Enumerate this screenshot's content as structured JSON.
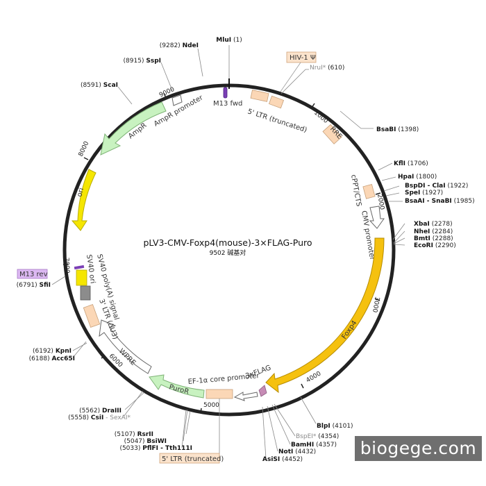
{
  "map": {
    "title": "pLV3-CMV-Foxp4(mouse)-3×FLAG-Puro",
    "subtitle": "9502 碱基对",
    "ticks": [
      "1000",
      "2000",
      "3000",
      "4000",
      "5000",
      "6000",
      "7000",
      "8000",
      "9000"
    ]
  },
  "sites": {
    "MluI": {
      "name": "MluI",
      "pos": "(1)"
    },
    "NruI": {
      "name": "NruI*",
      "pos": "(610)"
    },
    "BsaBI": {
      "name": "BsaBI",
      "pos": "(1398)"
    },
    "KflI": {
      "name": "KflI",
      "pos": "(1706)"
    },
    "HpaI": {
      "name": "HpaI",
      "pos": "(1800)"
    },
    "BspDI": {
      "name": "BspDI - ClaI",
      "pos": "(1922)"
    },
    "SpeI": {
      "name": "SpeI",
      "pos": "(1927)"
    },
    "BsaAI": {
      "name": "BsaAI - SnaBI",
      "pos": "(1985)"
    },
    "XbaI": {
      "name": "XbaI",
      "pos": "(2278)"
    },
    "NheI": {
      "name": "NheI",
      "pos": "(2284)"
    },
    "BmtI": {
      "name": "BmtI",
      "pos": "(2288)"
    },
    "EcoRI": {
      "name": "EcoRI",
      "pos": "(2290)"
    },
    "BlpI": {
      "name": "BlpI",
      "pos": "(4101)"
    },
    "BspEI": {
      "name": "BspEI*",
      "pos": "(4354)"
    },
    "BamHI": {
      "name": "BamHI",
      "pos": "(4357)"
    },
    "NotI": {
      "name": "NotI",
      "pos": "(4432)"
    },
    "AsiSI": {
      "name": "AsiSI",
      "pos": "(4452)"
    },
    "RsrII": {
      "name": "RsrII",
      "pos": "(5107)"
    },
    "BsiWI": {
      "name": "BsiWI",
      "pos": "(5047)"
    },
    "PflFI": {
      "name": "PflFI - Tth111I",
      "pos": "(5033)"
    },
    "DraIII": {
      "name": "DraIII",
      "pos": "(5562)"
    },
    "CsiI": {
      "name": "CsiI",
      "pos": "(5558)"
    },
    "SexAI": {
      "name": " - SexAI*",
      "pos": ""
    },
    "KpnI": {
      "name": "KpnI",
      "pos": "(6192)"
    },
    "Acc65I": {
      "name": "Acc65I",
      "pos": "(6188)"
    },
    "SfiI": {
      "name": "SfiI",
      "pos": "(6791)"
    },
    "ScaI": {
      "name": "ScaI",
      "pos": "(8591)"
    },
    "SspI": {
      "name": "SspI",
      "pos": "(8915)"
    },
    "NdeI": {
      "name": "NdeI",
      "pos": "(9282)"
    }
  },
  "features": {
    "m13fwd": "M13 fwd",
    "hiv_psi": "HIV-1 Ψ",
    "ltr5_trunc": "5' LTR (truncated)",
    "rre": "RRE",
    "cppt": "cPPT/CTS",
    "cmv": "CMV promoter",
    "foxp4": "Foxp4",
    "flag": "3xFLAG",
    "ef1a": "EF-1α core promoter",
    "puror": "PuroR",
    "ltr5_bottom": "5' LTR (truncated)",
    "wpre": "WPRE",
    "ltr3": "3' LTR (ΔU3)",
    "sv40_polya": "SV40 poly(A) signal",
    "sv40_ori": "SV40 ori",
    "m13rev": "M13 rev",
    "ori": "ori",
    "ampr": "AmpR",
    "ampr_prom": "AmpR promoter"
  },
  "watermark": "biogege.com",
  "colors": {
    "backbone": "#222222",
    "foxp4": "#f5c10f",
    "ori": "#f5e600",
    "ampr": "#c8f2c0",
    "ltr": "#fbd7b6",
    "m13": "#7b3fb5",
    "m13rev_box": "#dcb8f2",
    "flag": "#c68bb5",
    "sv40ori": "#8c8c8c"
  }
}
